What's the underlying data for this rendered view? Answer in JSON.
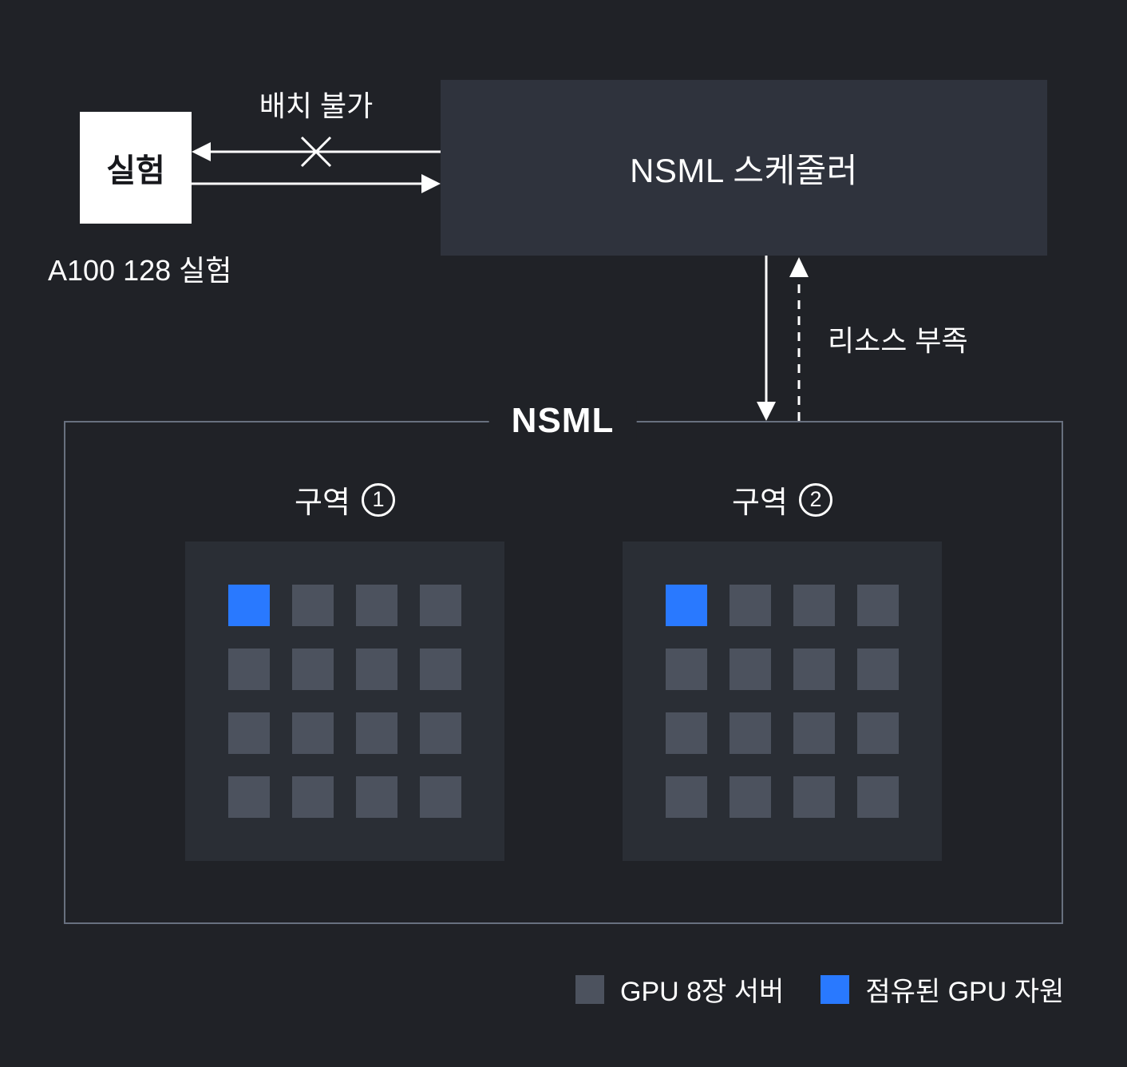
{
  "colors": {
    "background": "#202227",
    "panel": "#2a2e35",
    "scheduler_box": "#2f333d",
    "gpu_server": "#4c525e",
    "occupied_gpu": "#2979ff",
    "container_border": "#68707f",
    "white": "#ffffff",
    "experiment_text": "#17181c"
  },
  "experiment": {
    "box_label": "실험",
    "caption": "A100 128 실험"
  },
  "scheduler": {
    "label": "NSML 스케줄러"
  },
  "flows": {
    "reject_label": "배치 불가",
    "resource_label": "리소스 부족"
  },
  "cluster": {
    "label": "NSML",
    "zones": [
      {
        "label_text": "구역",
        "number": "1",
        "full_label": "구역 ①",
        "grid": {
          "rows": 4,
          "cols": 4,
          "total": 16,
          "occupied": [
            0
          ]
        }
      },
      {
        "label_text": "구역",
        "number": "2",
        "full_label": "구역 ②",
        "grid": {
          "rows": 4,
          "cols": 4,
          "total": 16,
          "occupied": [
            0
          ]
        }
      }
    ]
  },
  "legend": {
    "items": [
      {
        "label": "GPU 8장 서버",
        "color": "#4c525e"
      },
      {
        "label": "점유된 GPU 자원",
        "color": "#2979ff"
      }
    ]
  }
}
